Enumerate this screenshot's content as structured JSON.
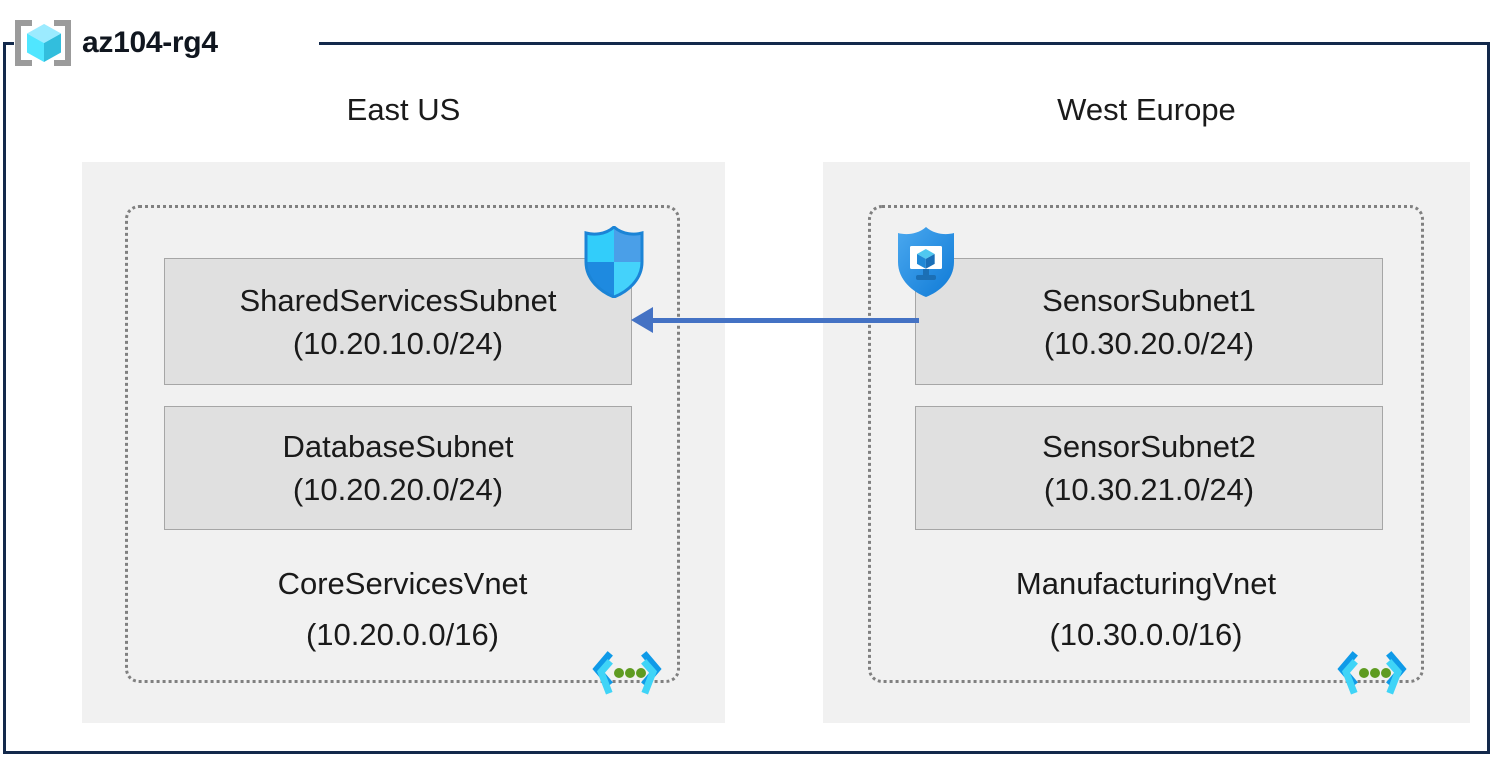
{
  "resource_group": {
    "name": "az104-rg4",
    "icon": "resource-group-cube-icon",
    "border_color": "#13294b"
  },
  "regions": [
    {
      "id": "east-us",
      "title": "East US",
      "vnet": {
        "name": "CoreServicesVnet",
        "cidr": "(10.20.0.0/16)",
        "icon": "virtual-network-icon",
        "subnets": [
          {
            "name": "SharedServicesSubnet",
            "cidr": "(10.20.10.0/24)",
            "icon": "network-security-group-shield-icon"
          },
          {
            "name": "DatabaseSubnet",
            "cidr": "(10.20.20.0/24)",
            "icon": null
          }
        ]
      }
    },
    {
      "id": "west-europe",
      "title": "West Europe",
      "vnet": {
        "name": "ManufacturingVnet",
        "cidr": "(10.30.0.0/16)",
        "icon": "virtual-network-icon",
        "subnets": [
          {
            "name": "SensorSubnet1",
            "cidr": "(10.30.20.0/24)",
            "icon": "application-security-group-shield-monitor-icon"
          },
          {
            "name": "SensorSubnet2",
            "cidr": "(10.30.21.0/24)",
            "icon": null
          }
        ]
      }
    }
  ],
  "connection": {
    "name": "vnet-peering-arrow",
    "direction": "right-to-left",
    "from": "SensorSubnet1",
    "to": "SharedServicesSubnet",
    "color": "#4472c4"
  },
  "colors": {
    "frame": "#13294b",
    "region_panel": "#f1f1f1",
    "subnet_fill": "#e0e0e0",
    "subnet_border": "#a6a6a6",
    "vnet_dash": "#808080",
    "accent_blue": "#0078d4",
    "cyan": "#50e6ff",
    "green_dot": "#5e9b21",
    "text": "#1a1a1a"
  }
}
